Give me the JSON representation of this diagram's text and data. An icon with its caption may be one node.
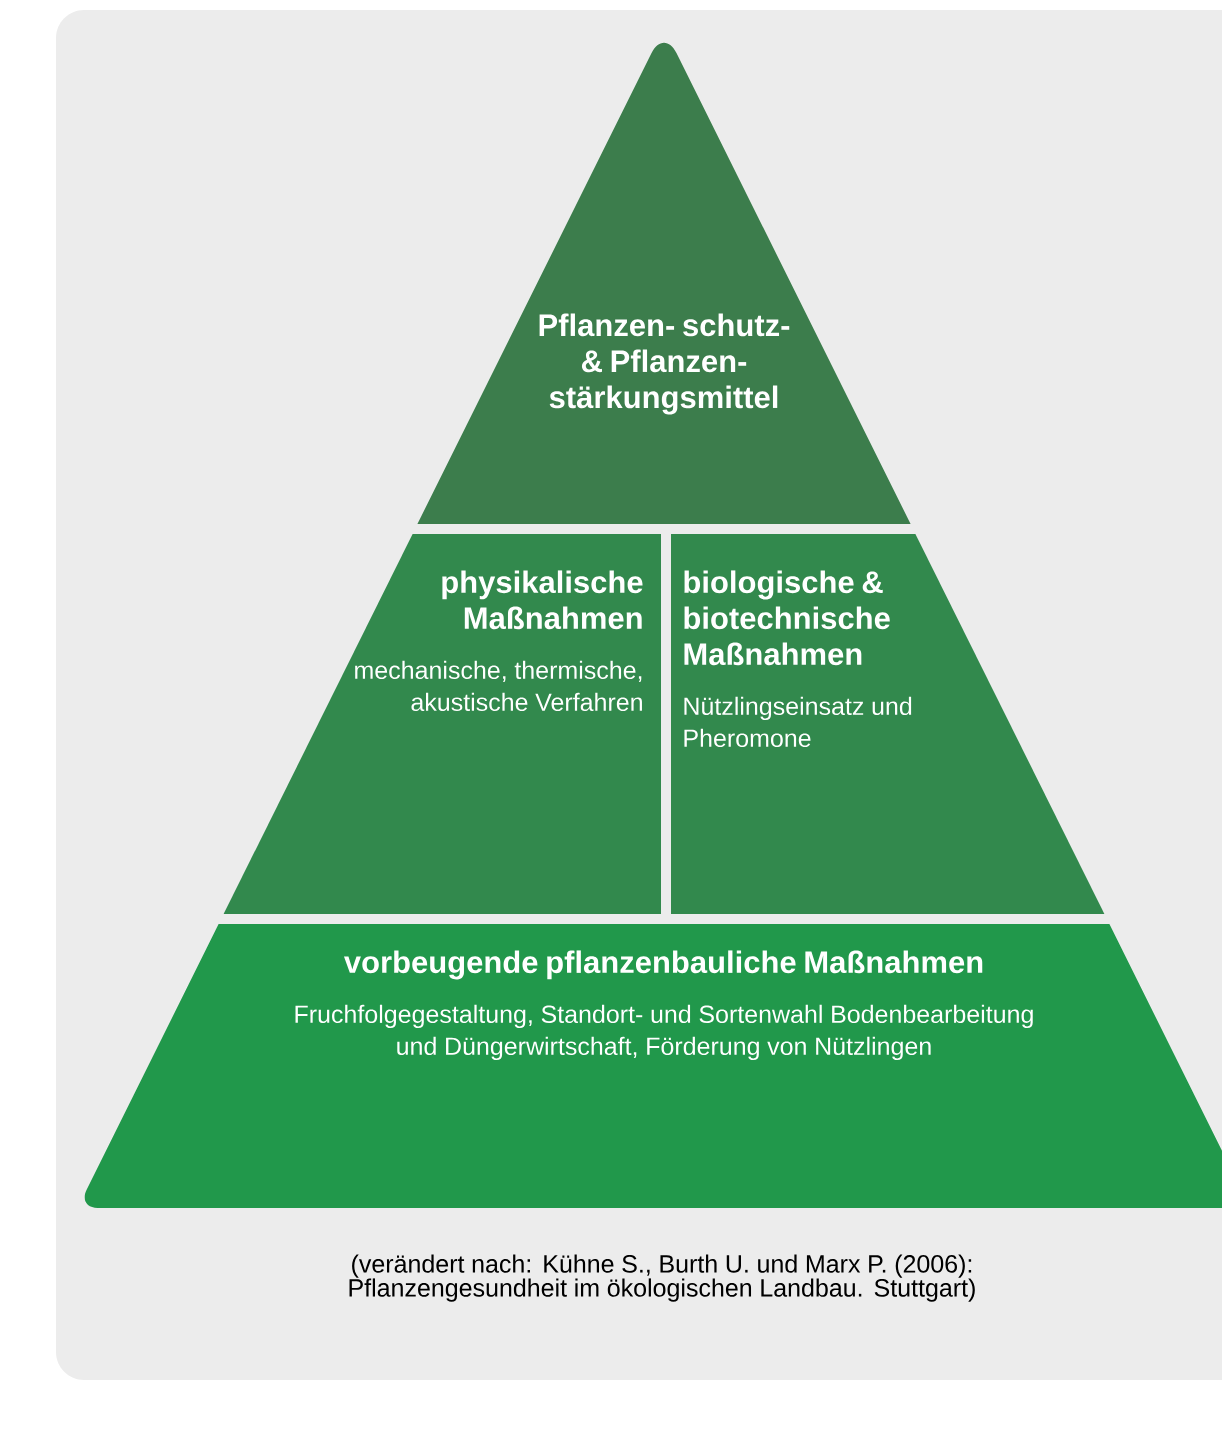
{
  "diagram": {
    "caption": "(verändert nach: Kühne S., Burth U. und Marx P. (2006): Pflanzengesundheit im ökologischen Landbau. Stuttgart)",
    "nodes": [
      {
        "text": [
          "Pflanzen- schutz- & Pflanzen- stärkungsmittel"
        ]
      },
      {
        "text": [
          "physikalische Maßnahmen",
          "mechanische, thermische, akustische Verfahren"
        ]
      },
      {
        "text": [
          "biologische & biotechnische Maßnahmen",
          "Nützlingseinsatz und Pheromone"
        ]
      },
      {
        "text": [
          "vorbeugende pflanzenbauliche Maßnahmen",
          "Fruchfolgegestaltung, Standort- und Sortenwahl Bodenbearbeitung und Düngerwirtschaft, Förderung von Nützlingen"
        ]
      }
    ]
  }
}
